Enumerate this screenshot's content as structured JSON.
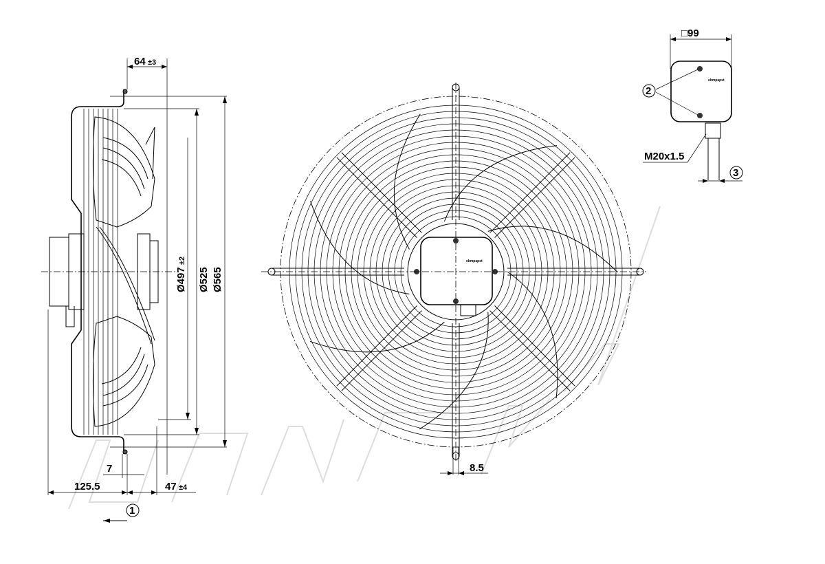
{
  "drawing": {
    "side_view": {
      "dim_depth_top": "64",
      "dim_depth_top_tol": "±3",
      "dim_d1": "Ø497",
      "dim_d1_tol": "±2",
      "dim_d2": "Ø525",
      "dim_d3": "Ø565",
      "dim_flange": "7",
      "dim_overall_left": "125.5",
      "dim_right": "47",
      "dim_right_tol": "±4",
      "airflow_callout": "1"
    },
    "front_view": {
      "dim_slot": "8.5",
      "brand_logo": "ebmpapst"
    },
    "terminal_box": {
      "dim_square": "□99",
      "screws_callout": "2",
      "gland_label": "M20x1.5",
      "cable_callout": "3",
      "brand_logo": "ebmpapst"
    }
  }
}
